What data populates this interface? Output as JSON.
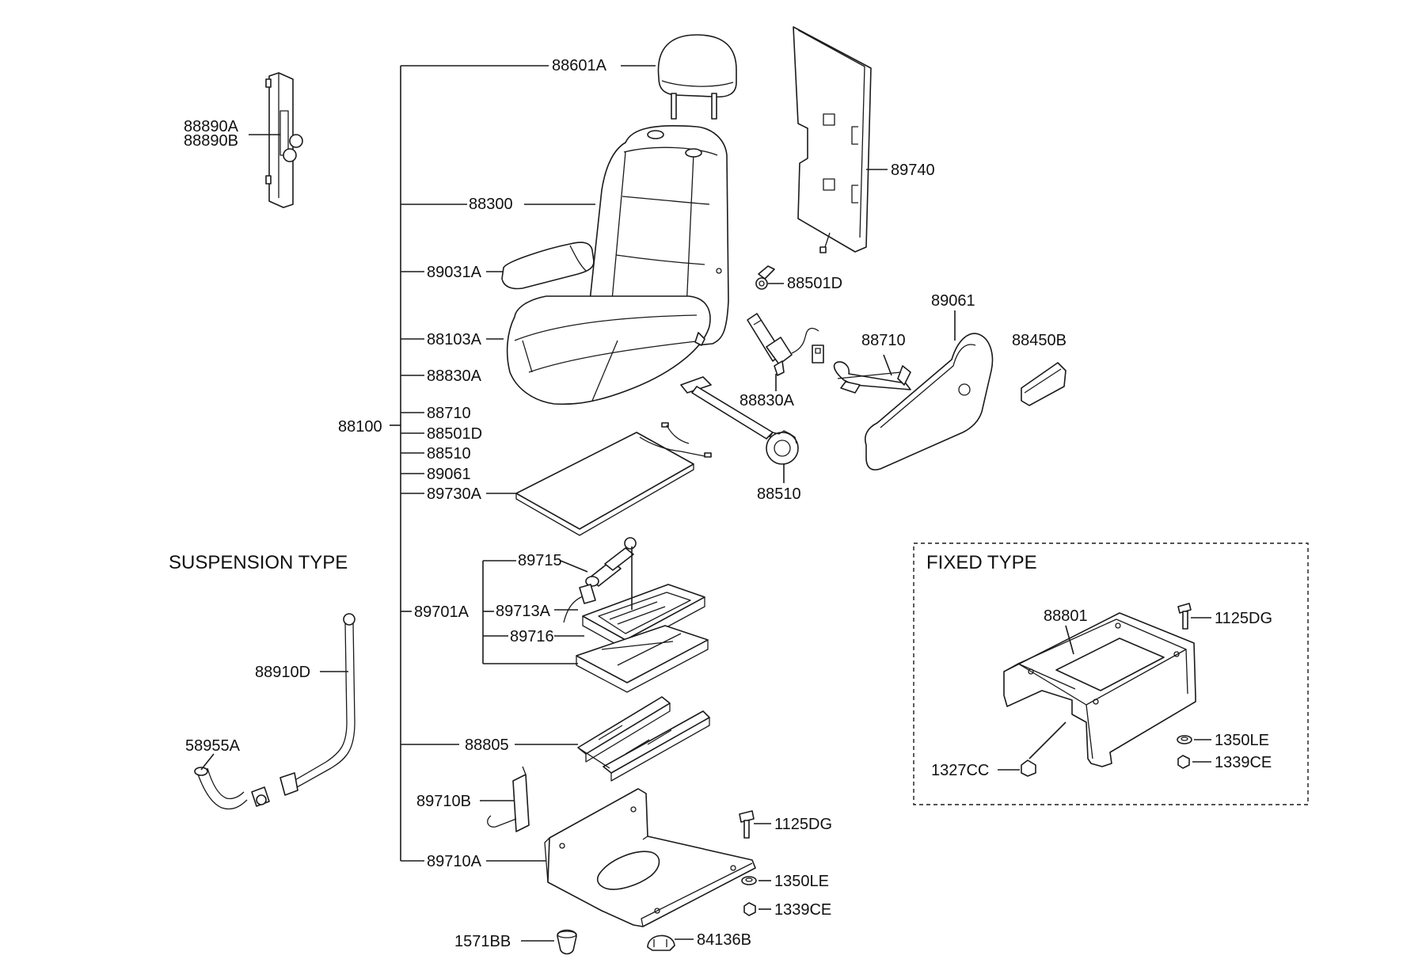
{
  "sections": {
    "suspension_title": "SUSPENSION TYPE",
    "fixed_title": "FIXED TYPE"
  },
  "labels": {
    "l_88601A": "88601A",
    "l_88300": "88300",
    "l_89031A": "89031A",
    "l_88103A": "88103A",
    "l_88830A_list": "88830A",
    "l_88710_list": "88710",
    "l_88501D_list": "88501D",
    "l_88510_list": "88510",
    "l_89061_list": "89061",
    "l_89730A": "89730A",
    "l_88100": "88100",
    "l_89715": "89715",
    "l_89713A": "89713A",
    "l_89716": "89716",
    "l_89701A": "89701A",
    "l_88805": "88805",
    "l_89710B": "89710B",
    "l_89710A": "89710A",
    "l_1571BB": "1571BB",
    "l_84136B": "84136B",
    "l_1125DG_a": "1125DG",
    "l_1350LE_a": "1350LE",
    "l_1339CE_a": "1339CE",
    "l_88890A": "88890A",
    "l_88890B": "88890B",
    "l_88910D": "88910D",
    "l_58955A": "58955A",
    "l_89740": "89740",
    "l_88501D": "88501D",
    "l_88830A": "88830A",
    "l_88710": "88710",
    "l_89061": "89061",
    "l_88450B": "88450B",
    "l_88510": "88510",
    "l_88801": "88801",
    "l_1125DG_b": "1125DG",
    "l_1350LE_b": "1350LE",
    "l_1339CE_b": "1339CE",
    "l_1327CC": "1327CC"
  }
}
